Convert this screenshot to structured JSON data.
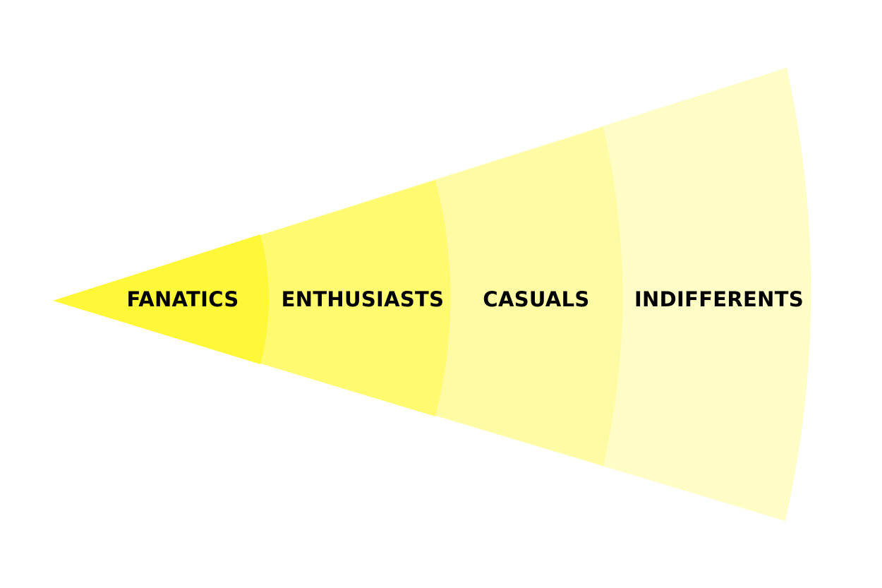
{
  "diagram": {
    "segments": [
      {
        "label": "FANATICS",
        "color": "#FFF838"
      },
      {
        "label": "ENTHUSIASTS",
        "color": "#FFFA70"
      },
      {
        "label": "CASUALS",
        "color": "#FFFBA5"
      },
      {
        "label": "INDIFFERENTS",
        "color": "#FFFDC6"
      }
    ]
  }
}
